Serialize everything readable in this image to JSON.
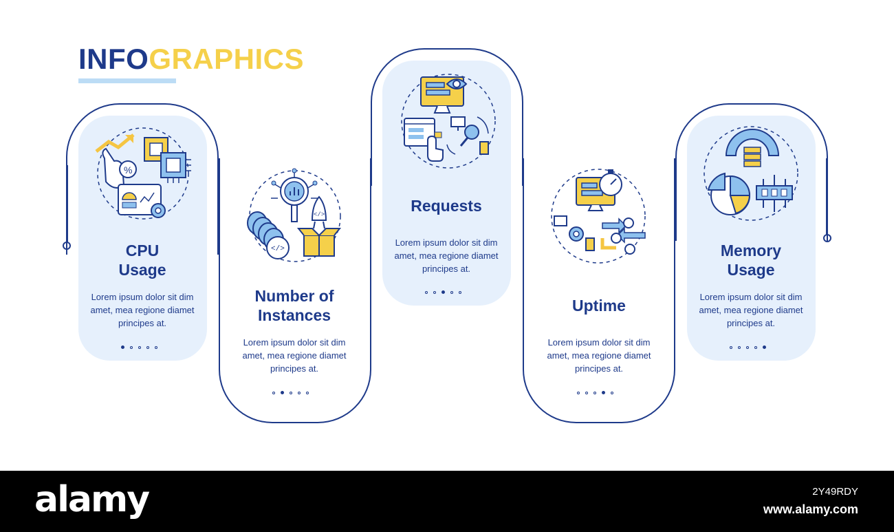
{
  "header": {
    "title_part1": "INFO",
    "title_part2": "GRAPHICS"
  },
  "cards": [
    {
      "title_line1": "CPU",
      "title_line2": "Usage",
      "text": "Lorem ipsum dolor sit dim amet, mea regione diamet principes at.",
      "active_dot": 1
    },
    {
      "title_line1": "Number of",
      "title_line2": "Instances",
      "text": "Lorem ipsum dolor sit dim amet, mea regione diamet principes at.",
      "active_dot": 2
    },
    {
      "title_line1": "Requests",
      "title_line2": "",
      "text": "Lorem ipsum dolor sit dim amet, mea regione diamet principes at.",
      "active_dot": 3
    },
    {
      "title_line1": "Uptime",
      "title_line2": "",
      "text": "Lorem ipsum dolor sit dim amet, mea regione diamet principes at.",
      "active_dot": 4
    },
    {
      "title_line1": "Memory",
      "title_line2": "Usage",
      "text": "Lorem ipsum dolor sit dim amet, mea regione diamet principes at.",
      "active_dot": 5
    }
  ],
  "icons": [
    "cpu-usage-icon",
    "instances-icon",
    "requests-icon",
    "uptime-icon",
    "memory-usage-icon"
  ],
  "colors": {
    "navy": "#1e3a8a",
    "yellow": "#f5d04a",
    "light_blue": "#e6f0fc",
    "accent_blue": "#8ec1ee"
  },
  "footer": {
    "logo": "alamy",
    "image_id": "2Y49RDY",
    "url": "www.alamy.com"
  }
}
